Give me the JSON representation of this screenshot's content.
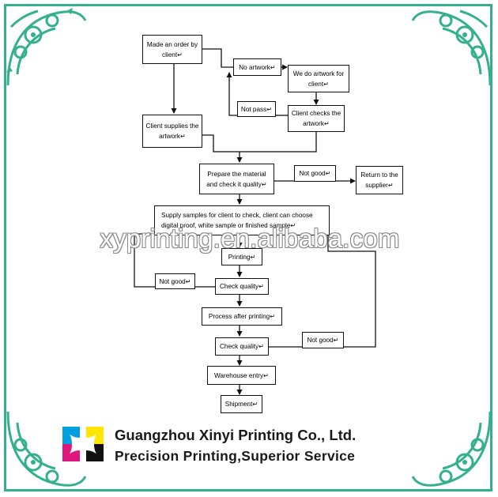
{
  "flowchart": {
    "nodes": {
      "order": "Made an order by client↵",
      "no_artwork": "No artwork↵",
      "do_artwork": "We do artwork for client↵",
      "not_pass": "Not pass↵",
      "client_checks": "Client checks the artwork↵",
      "client_supplies": "Client supplies the artwork↵",
      "prepare": "Prepare the material and check it quality↵",
      "not_good_1": "Not good↵",
      "return": "Return to the supplier↵",
      "samples": "Supply samples for client to check, client can choose digital proof, white sample or finished sample↵",
      "printing": "Printing↵",
      "not_good_2": "Not good↵",
      "check_quality_1": "Check quality↵",
      "process_after": "Process after printing↵",
      "check_quality_2": "Check quality↵",
      "not_good_3": "Not good↵",
      "warehouse": "Warehouse entry↵",
      "shipment": "Shipment↵"
    }
  },
  "watermark": "xyprinting.en.alibaba.com",
  "footer": {
    "company": "Guangzhou Xinyi Printing Co., Ltd.",
    "slogan": "Precision Printing,Superior Service"
  },
  "colors": {
    "frame": "#34b08f",
    "logo_cyan": "#00a0e0",
    "logo_magenta": "#e0167e",
    "logo_yellow": "#ffe600",
    "logo_black": "#111111"
  }
}
